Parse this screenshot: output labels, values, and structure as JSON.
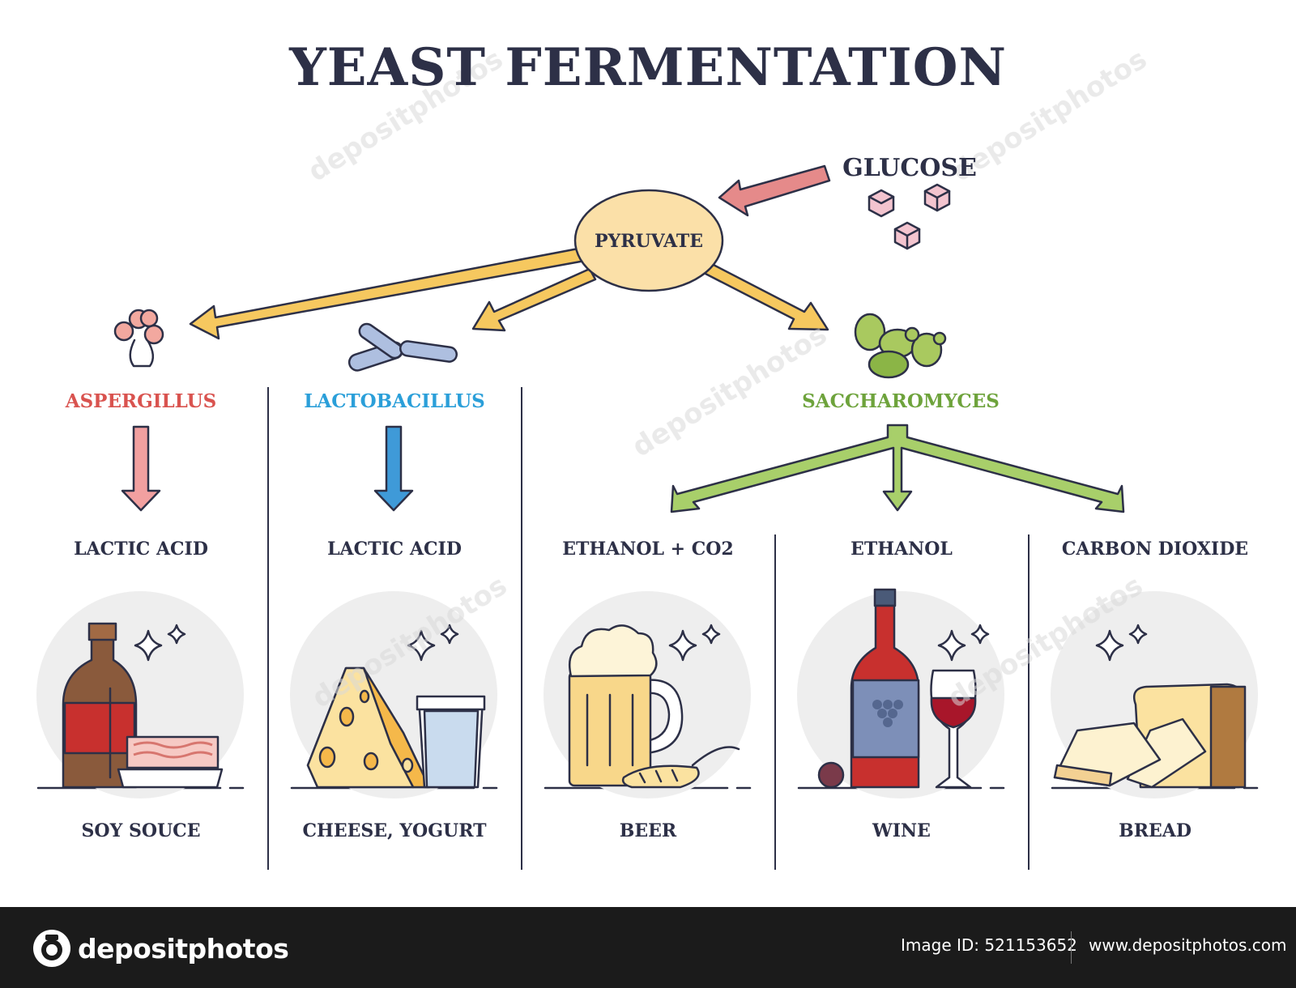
{
  "title": "YEAST FERMENTATION",
  "nodes": {
    "glucose": "GLUCOSE",
    "pyruvate": "PYRUVATE"
  },
  "organisms": {
    "aspergillus": "ASPERGILLUS",
    "lactobacillus": "LACTOBACILLUS",
    "saccharomyces": "SACCHAROMYCES"
  },
  "products": {
    "lactic_acid_1": "LACTIC ACID",
    "lactic_acid_2": "LACTIC ACID",
    "ethanol_co2": "ETHANOL + CO2",
    "ethanol": "ETHANOL",
    "carbon_dioxide": "CARBON DIOXIDE"
  },
  "foods": {
    "soy": "SOY SOUCE",
    "cheese": "CHEESE, YOGURT",
    "beer": "BEER",
    "wine": "WINE",
    "bread": "BREAD"
  },
  "colors": {
    "text": "#2d3047",
    "aspergillus": "#d9534f",
    "lactobacillus": "#2b9fd9",
    "saccharomyces": "#6ea33c",
    "pyruvate_arrows": "#f6c85f",
    "glucose_arrow": "#e58a8a",
    "saccharomyces_arrows": "#a8cf6a"
  },
  "footer": {
    "brand": "depositphotos",
    "image_id": "Image ID: 521153652",
    "site": "www.depositphotos.com"
  }
}
